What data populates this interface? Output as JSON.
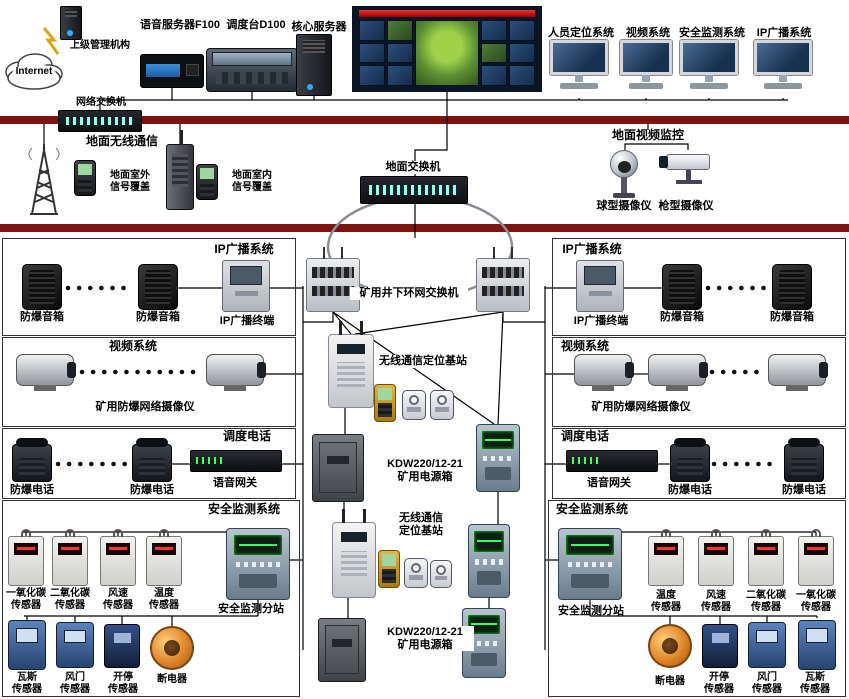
{
  "top": {
    "management": "上级管理机构",
    "internet": "Internet",
    "net_switch": "网络交换机",
    "voice_server": "语音服务器F100",
    "dispatch": "调度台D100",
    "core_server": "核心服务器",
    "sys_person": "人员定位系统",
    "sys_video": "视频系统",
    "sys_safety": "安全监测系统",
    "sys_ip": "IP广播系统"
  },
  "ground": {
    "wireless": "地面无线通信",
    "outdoor": "地面室外\n信号覆盖",
    "indoor": "地面室内\n信号覆盖",
    "switch": "地面交换机",
    "video": "地面视频监控",
    "dome": "球型摄像仪",
    "gun": "枪型摄像仪"
  },
  "ring": {
    "label": "矿用井下环网交换机"
  },
  "mid": {
    "base1": "无线通信定位基站",
    "power1": "KDW220/12-21\n矿用电源箱",
    "base2": "无线通信\n定位基站",
    "power2": "KDW220/12-21\n矿用电源箱"
  },
  "left": {
    "ip": {
      "title": "IP广播系统",
      "spk1": "防爆音箱",
      "spk2": "防爆音箱",
      "term": "IP广播终端"
    },
    "video": {
      "title": "视频系统",
      "camera": "矿用防爆网络摄像仪"
    },
    "phone": {
      "title": "调度电话",
      "p1": "防爆电话",
      "p2": "防爆电话",
      "gw": "语音网关"
    },
    "safety": {
      "title": "安全监测系统",
      "s1": "一氧化碳\n传感器",
      "s2": "二氧化碳\n传感器",
      "s3": "风速\n传感器",
      "s4": "温度\n传感器",
      "sub": "安全监测分站",
      "b1": "瓦斯\n传感器",
      "b2": "风门\n传感器",
      "b3": "开停\n传感器",
      "b4": "断电器"
    }
  },
  "right": {
    "ip": {
      "title": "IP广播系统",
      "term": "IP广播终端",
      "spk1": "防爆音箱",
      "spk2": "防爆音箱"
    },
    "video": {
      "title": "视频系统",
      "camera": "矿用防爆网络摄像仪"
    },
    "phone": {
      "title": "调度电话",
      "gw": "语音网关",
      "p1": "防爆电话",
      "p2": "防爆电话"
    },
    "safety": {
      "title": "安全监测系统",
      "sub": "安全监测分站",
      "s1": "温度\n传感器",
      "s2": "风速\n传感器",
      "s3": "二氧化碳\n传感器",
      "s4": "一氧化碳\n传感器",
      "b1": "断电器",
      "b2": "开停\n传感器",
      "b3": "风门\n传感器",
      "b4": "瓦斯\n传感器"
    }
  }
}
